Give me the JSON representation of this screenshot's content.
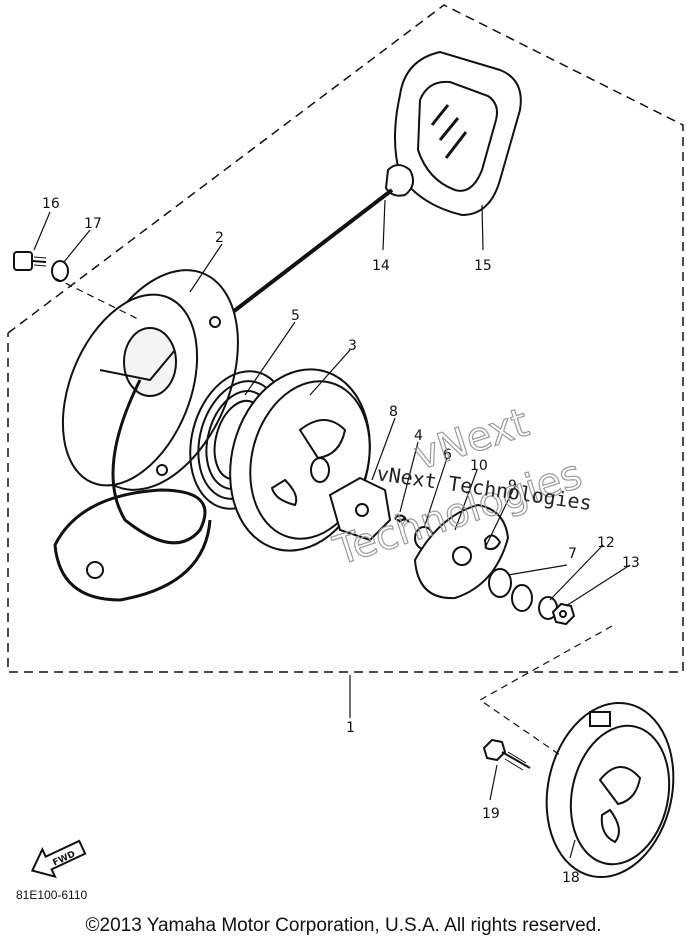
{
  "callouts": {
    "c1": "1",
    "c2": "2",
    "c3": "3",
    "c4": "4",
    "c5": "5",
    "c6": "6",
    "c7": "7",
    "c8": "8",
    "c9": "9",
    "c10": "10",
    "c12": "12",
    "c13": "13",
    "c14": "14",
    "c15": "15",
    "c16": "16",
    "c17": "17",
    "c18": "18",
    "c19": "19"
  },
  "fwd_label": "FWD",
  "part_code": "81E100-6110",
  "watermark": {
    "outline": "vNext Technologies",
    "outline_word1": "vNext",
    "outline_word2": "Technologies",
    "solid": "vNext Technologies"
  },
  "copyright": "©2013 Yamaha Motor Corporation, U.S.A. All rights reserved."
}
